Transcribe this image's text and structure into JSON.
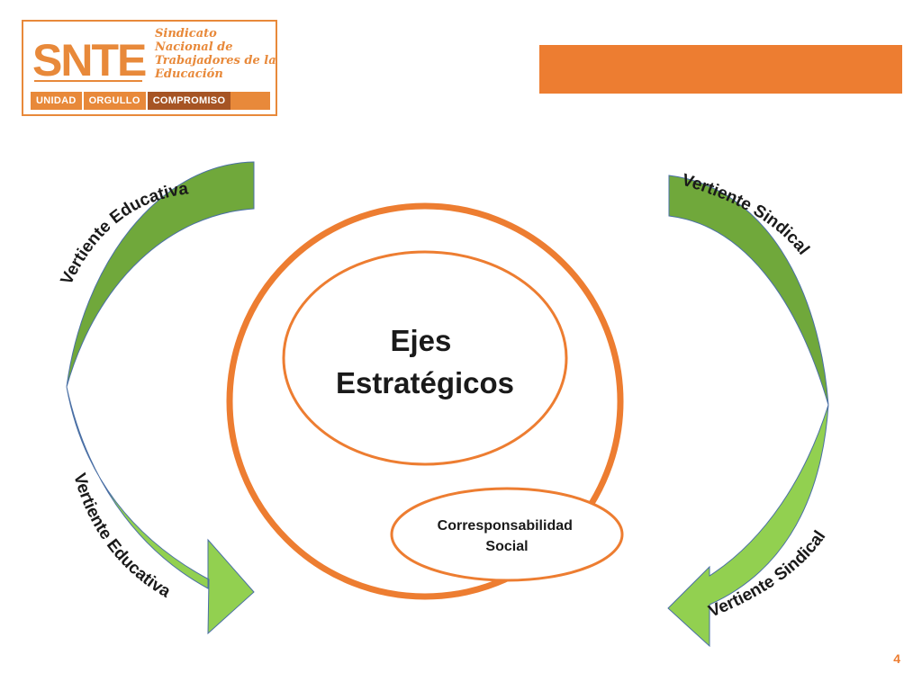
{
  "logo": {
    "mark": "SNTE",
    "name_lines": [
      "Sindicato",
      "Nacional de",
      "Trabajadores de la",
      "Educación"
    ],
    "motto": [
      "UNIDAD",
      "ORGULLO",
      "COMPROMISO"
    ]
  },
  "diagram": {
    "center_title_lines": [
      "Ejes",
      "Estratégicos"
    ],
    "bubble_lines": [
      "Corresponsabilidad",
      "Social"
    ],
    "arrows": {
      "top_left": "Vertiente Educativa",
      "bottom_left": "Vertiente Educativa",
      "top_right": "Vertiente Sindical",
      "bottom_right": "Vertiente Sindical"
    }
  },
  "colors": {
    "orange": "#ed7d31",
    "dark_green": "#70a83b",
    "light_green": "#92d050",
    "arrow_border": "#4a6fa5"
  },
  "page_number": "4"
}
